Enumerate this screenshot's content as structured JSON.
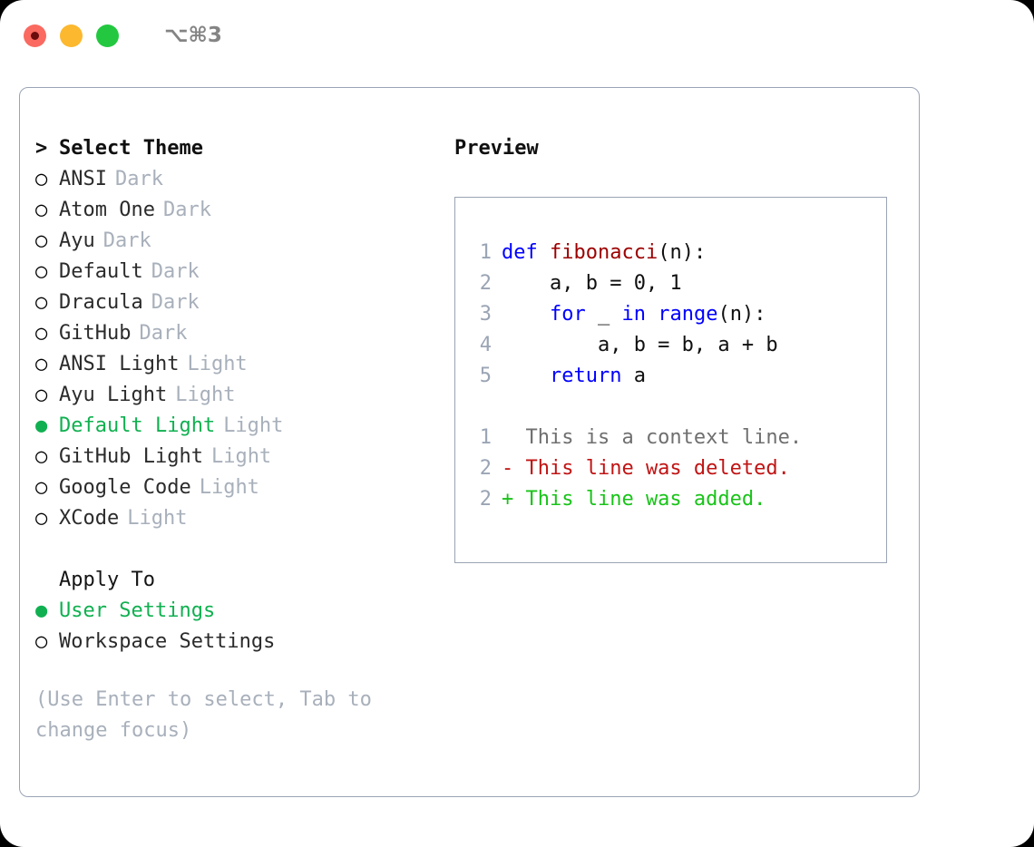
{
  "titlebar": {
    "shortcut": "⌥⌘3",
    "lights": [
      {
        "name": "close",
        "color": "#fa6a60",
        "inner": "#6b0d0d"
      },
      {
        "name": "minimize",
        "color": "#fcb82e",
        "inner": null
      },
      {
        "name": "zoom",
        "color": "#23c840",
        "inner": null
      }
    ]
  },
  "accent": {
    "selected_green": "#10b050",
    "muted_gray": "#a8b0bb",
    "border": "#9aa4b4"
  },
  "theme_picker": {
    "header_marker": ">",
    "header_label": "Select Theme",
    "unselected_marker": "○",
    "selected_marker": "●",
    "items": [
      {
        "name": "ANSI",
        "category": "Dark",
        "selected": false
      },
      {
        "name": "Atom One",
        "category": "Dark",
        "selected": false
      },
      {
        "name": "Ayu",
        "category": "Dark",
        "selected": false
      },
      {
        "name": "Default",
        "category": "Dark",
        "selected": false
      },
      {
        "name": "Dracula",
        "category": "Dark",
        "selected": false
      },
      {
        "name": "GitHub",
        "category": "Dark",
        "selected": false
      },
      {
        "name": "ANSI Light",
        "category": "Light",
        "selected": false
      },
      {
        "name": "Ayu Light",
        "category": "Light",
        "selected": false
      },
      {
        "name": "Default Light",
        "category": "Light",
        "selected": true
      },
      {
        "name": "GitHub Light",
        "category": "Light",
        "selected": false
      },
      {
        "name": "Google Code",
        "category": "Light",
        "selected": false
      },
      {
        "name": "XCode",
        "category": "Light",
        "selected": false
      }
    ]
  },
  "apply_to": {
    "header_label": "Apply To",
    "options": [
      {
        "label": "User Settings",
        "selected": true
      },
      {
        "label": "Workspace Settings",
        "selected": false
      }
    ]
  },
  "hint": {
    "text": "(Use Enter to select, Tab to change focus)"
  },
  "preview": {
    "title": "Preview",
    "code_lines": [
      {
        "no": "1",
        "tokens": [
          {
            "t": "def ",
            "c": "kw"
          },
          {
            "t": "fibonacci",
            "c": "fn"
          },
          {
            "t": "(n):",
            "c": "plain"
          }
        ]
      },
      {
        "no": "2",
        "tokens": [
          {
            "t": "    a, b = 0, 1",
            "c": "plain"
          }
        ]
      },
      {
        "no": "3",
        "tokens": [
          {
            "t": "    ",
            "c": "plain"
          },
          {
            "t": "for",
            "c": "kw"
          },
          {
            "t": " _ ",
            "c": "plain"
          },
          {
            "t": "in",
            "c": "kw"
          },
          {
            "t": " ",
            "c": "plain"
          },
          {
            "t": "range",
            "c": "kw"
          },
          {
            "t": "(n):",
            "c": "plain"
          }
        ]
      },
      {
        "no": "4",
        "tokens": [
          {
            "t": "        a, b = b, a + b",
            "c": "plain"
          }
        ]
      },
      {
        "no": "5",
        "tokens": [
          {
            "t": "    ",
            "c": "plain"
          },
          {
            "t": "return",
            "c": "kw"
          },
          {
            "t": " a",
            "c": "plain"
          }
        ]
      }
    ],
    "diff_lines": [
      {
        "no": "1",
        "text": "  This is a context line.",
        "kind": "ctx"
      },
      {
        "no": "2",
        "text": "- This line was deleted.",
        "kind": "del"
      },
      {
        "no": "2",
        "text": "+ This line was added.",
        "kind": "add"
      }
    ]
  }
}
